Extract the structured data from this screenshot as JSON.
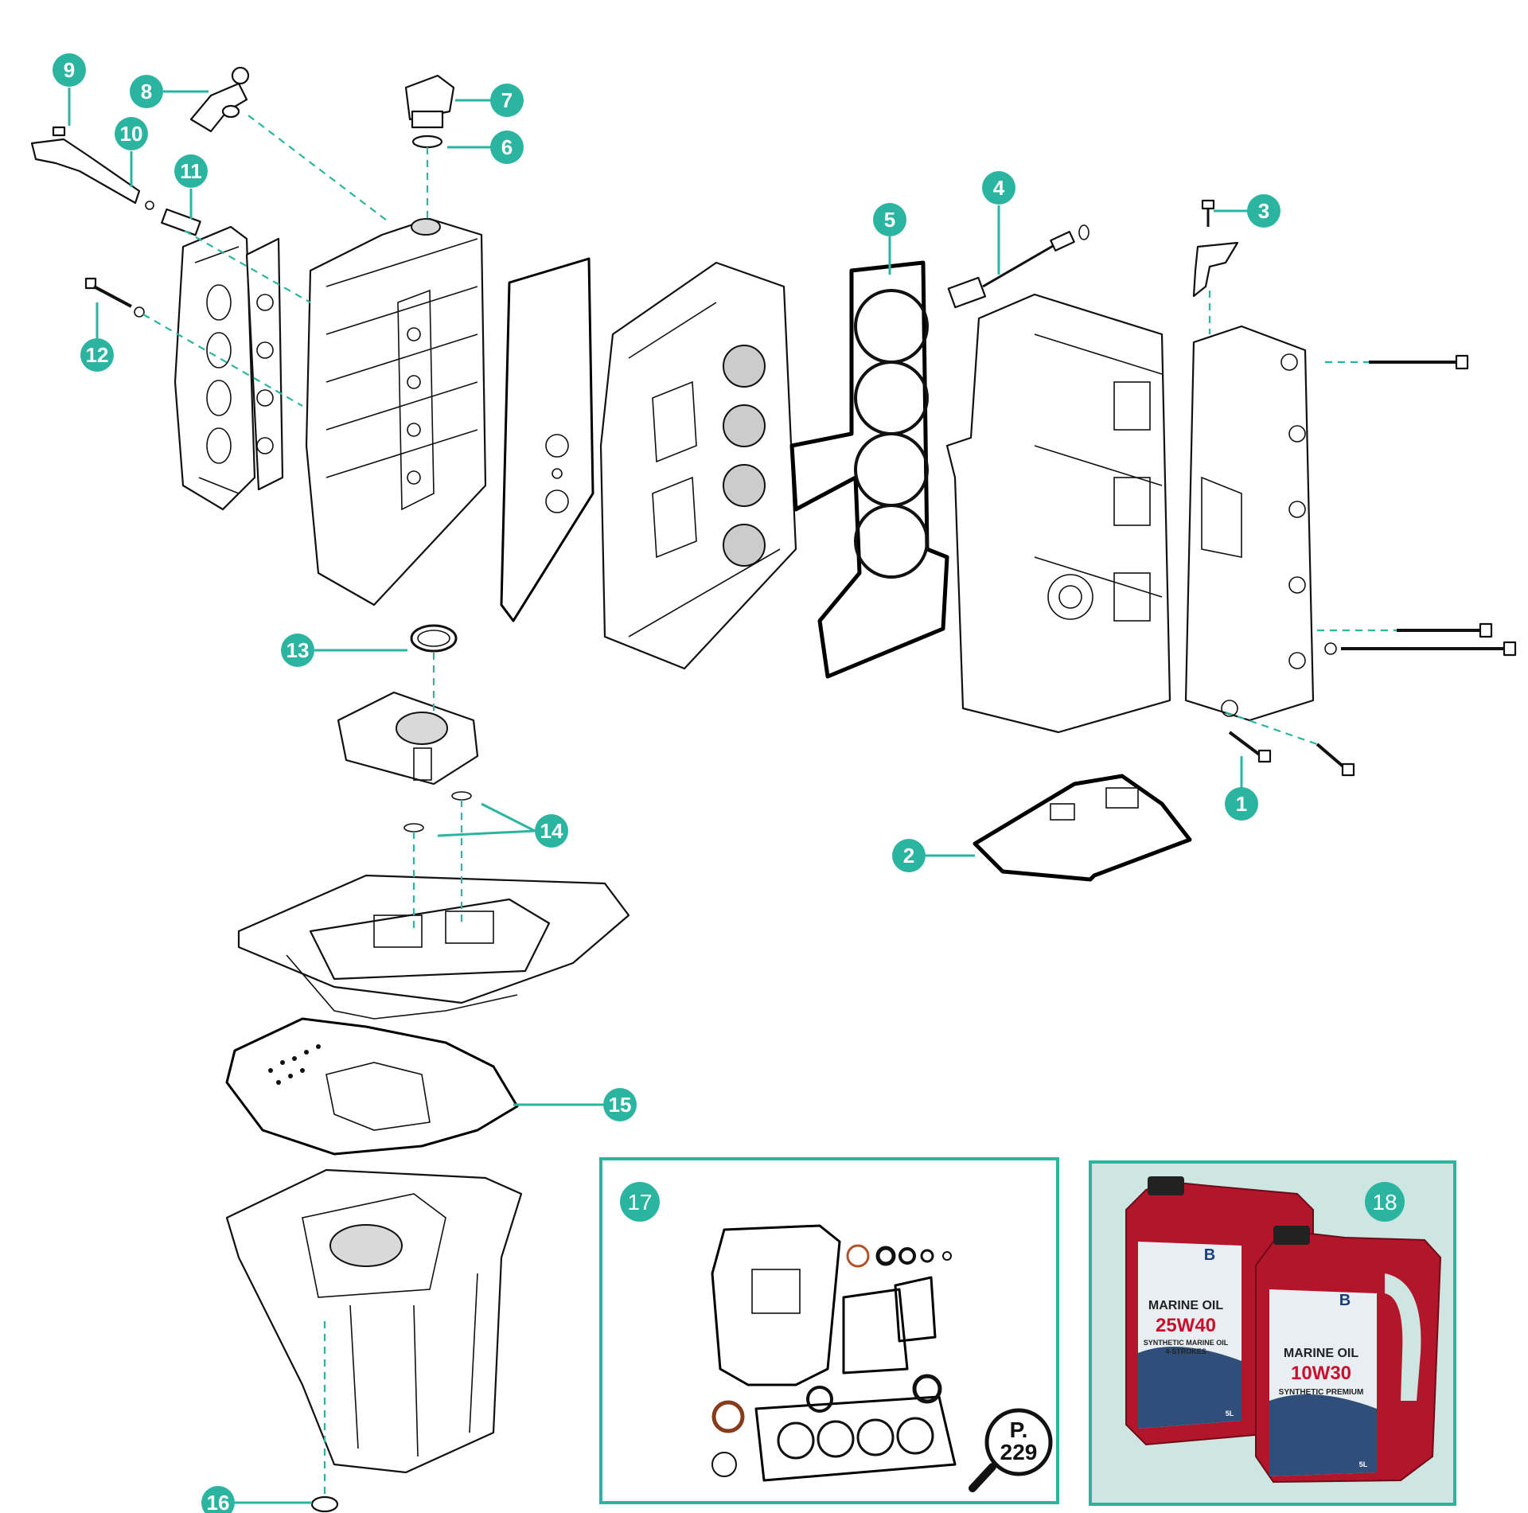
{
  "diagram": {
    "accent_color": "#2bb5a0",
    "line_color": "#111111",
    "callouts": [
      {
        "number": "1"
      },
      {
        "number": "2"
      },
      {
        "number": "3"
      },
      {
        "number": "4"
      },
      {
        "number": "5"
      },
      {
        "number": "6"
      },
      {
        "number": "7"
      },
      {
        "number": "8"
      },
      {
        "number": "9"
      },
      {
        "number": "10"
      },
      {
        "number": "11"
      },
      {
        "number": "12"
      },
      {
        "number": "13"
      },
      {
        "number": "14"
      },
      {
        "number": "15"
      },
      {
        "number": "16"
      }
    ],
    "gasket_kit_box": {
      "number": "17",
      "page_ref_prefix": "P.",
      "page_ref_number": "229"
    },
    "oil_box": {
      "number": "18",
      "background_color": "#cde6e1",
      "bottle_color": "#b3162b",
      "bottles": [
        {
          "brand": "B",
          "product": "MARINE OIL",
          "grade": "25W40",
          "description": "SYNTHETIC MARINE OIL",
          "description_2": "4-STROKES",
          "volume": "5L"
        },
        {
          "brand": "B",
          "product": "MARINE OIL",
          "grade": "10W30",
          "description": "SYNTHETIC PREMIUM",
          "description_2": "",
          "volume": "5L"
        }
      ]
    }
  }
}
